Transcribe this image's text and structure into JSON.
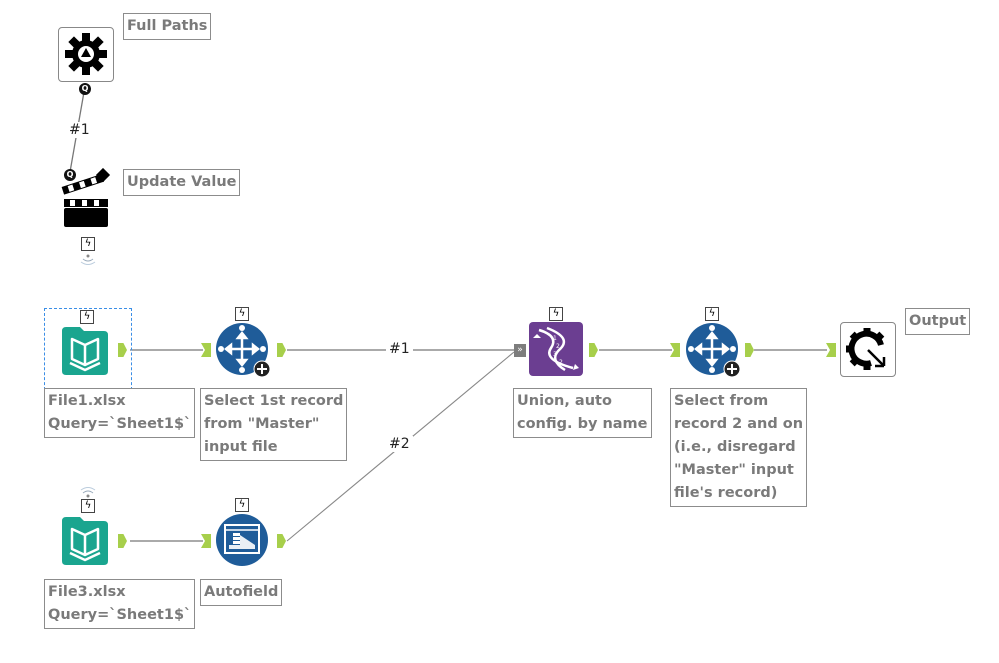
{
  "canvas": {
    "tools": [
      {
        "id": "full-paths",
        "icon": "macro-gear-icon",
        "annotation": "Full Paths"
      },
      {
        "id": "update-value",
        "icon": "action-clapper-icon",
        "annotation": "Update Value"
      },
      {
        "id": "input-file1",
        "icon": "input-book-icon",
        "annotation": "File1.xlsx\nQuery=`Sheet1$`",
        "selected": true
      },
      {
        "id": "select-first",
        "icon": "sample-icon",
        "annotation": "Select 1st record\nfrom \"Master\"\ninput file"
      },
      {
        "id": "union",
        "icon": "union-dna-icon",
        "annotation": "Union, auto\nconfig. by name"
      },
      {
        "id": "select-rest",
        "icon": "sample-icon",
        "annotation": "Select from\nrecord 2 and on\n(i.e., disregard\n\"Master\" input\nfile's record)"
      },
      {
        "id": "output",
        "icon": "macro-output-icon",
        "annotation": "Output"
      },
      {
        "id": "input-file3",
        "icon": "input-book-icon",
        "annotation": "File3.xlsx\nQuery=`Sheet1$`"
      },
      {
        "id": "autofield",
        "icon": "autofield-icon",
        "annotation": "Autofield"
      }
    ],
    "connections": [
      {
        "from": "full-paths",
        "to": "update-value",
        "label": "#1"
      },
      {
        "from": "select-first",
        "to": "union",
        "label": "#1"
      },
      {
        "from": "autofield",
        "to": "union",
        "label": "#2"
      }
    ],
    "colors": {
      "input_teal": "#1aa58f",
      "tool_blue": "#1f5c99",
      "union_purple": "#6b3e91",
      "anchor_green": "#a7cf4b",
      "annotation_text": "#7a7a7a"
    }
  }
}
